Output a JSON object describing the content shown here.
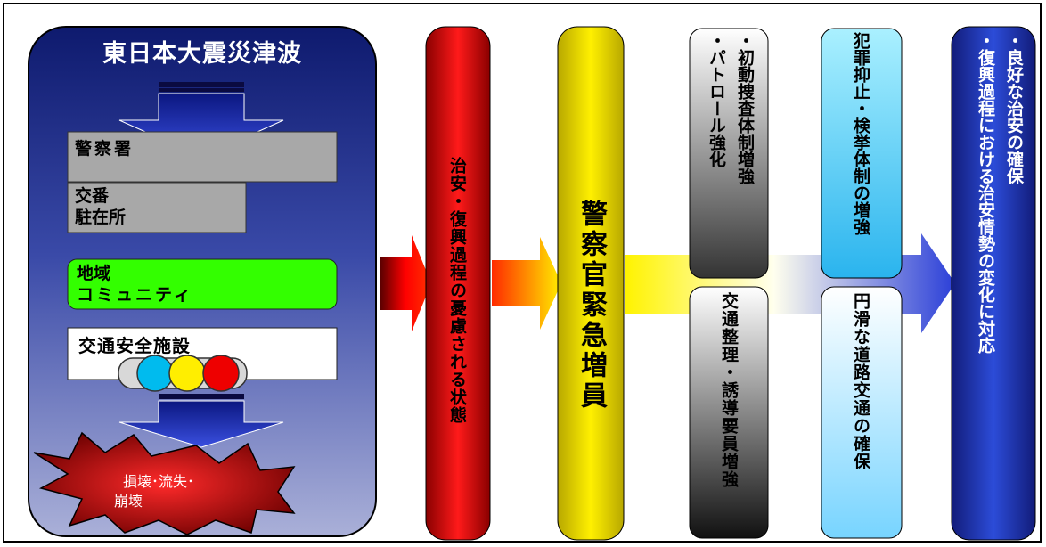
{
  "disaster": {
    "title": "東日本大震災津波",
    "police_station": "警察署",
    "koban_line1": "交番",
    "koban_line2": "駐在所",
    "community_line1": "地域",
    "community_line2": "コミュニティ",
    "traffic_facilities": "交通安全施設",
    "damage_line1": "損壊･流失･",
    "damage_line2": "崩壊"
  },
  "concern_column": "治安・復興過程の憂慮される状態",
  "emergency_column": "警察官緊急増員",
  "measures": {
    "patrol_col1": "・パトロール強化",
    "patrol_col2": "・初動捜査体制増強",
    "traffic_control": "交通整理・誘導要員増強",
    "crime_prevention": "犯罪抑止・検挙体制の増強",
    "smooth_traffic": "円滑な道路交通の確保"
  },
  "result": {
    "col1": "・復興過程における治安情勢の変化に対応",
    "col2": "・良好な治安の確保"
  },
  "colors": {
    "blue_panel": "#1c2e8c",
    "red_column": "#dd0000",
    "yellow_column": "#ffee00",
    "green_box": "#33ff00",
    "result_blue": "#1f3fcc",
    "signal_blue": "#00bbee",
    "signal_yellow": "#ffee00",
    "signal_red": "#ee0000"
  }
}
